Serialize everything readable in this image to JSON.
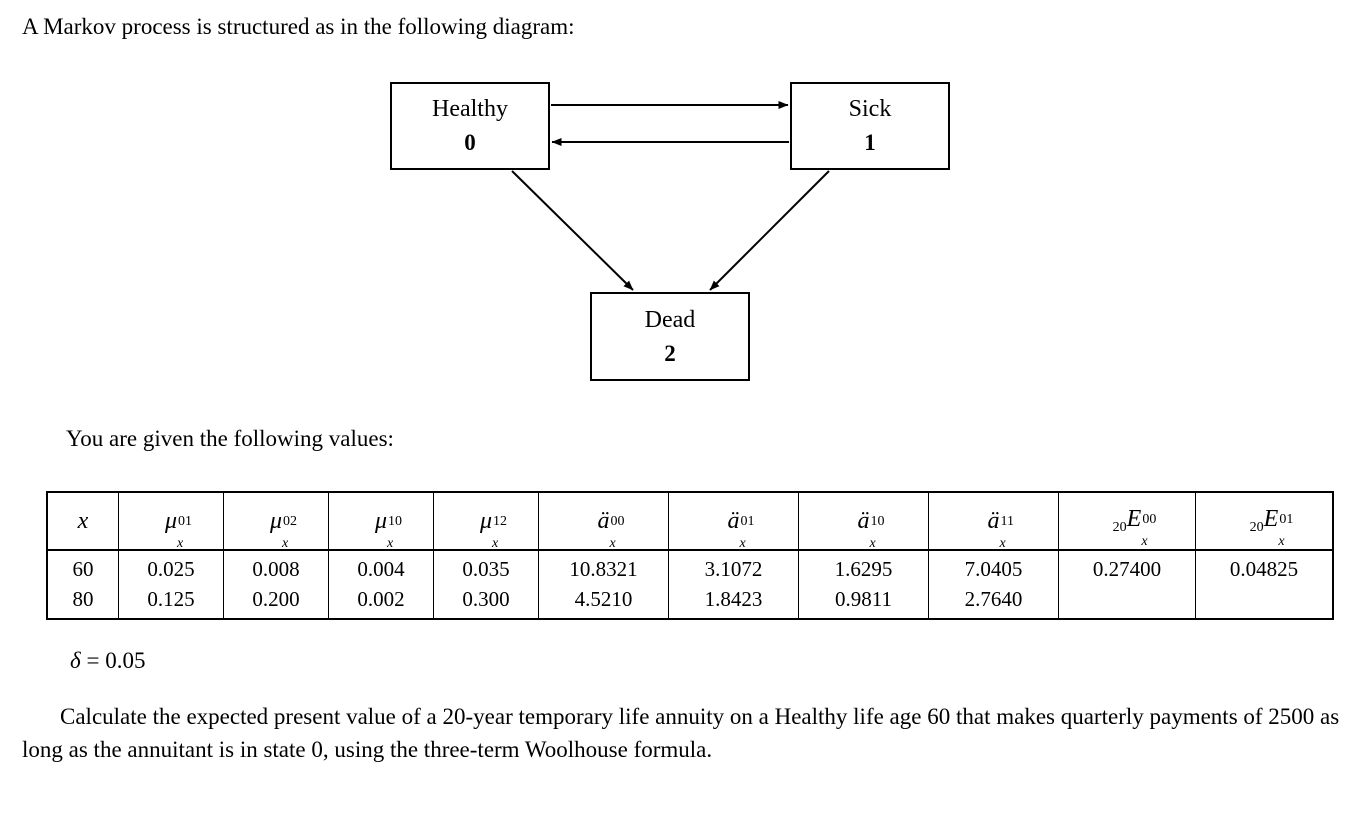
{
  "intro": {
    "text": "A Markov process is structured as in the following diagram:"
  },
  "diagram": {
    "nodes": [
      {
        "name": "healthy",
        "label": "Healthy",
        "id": "0"
      },
      {
        "name": "sick",
        "label": "Sick",
        "id": "1"
      },
      {
        "name": "dead",
        "label": "Dead",
        "id": "2"
      }
    ],
    "edges": [
      {
        "from": "0",
        "to": "1"
      },
      {
        "from": "1",
        "to": "0"
      },
      {
        "from": "0",
        "to": "2"
      },
      {
        "from": "1",
        "to": "2"
      }
    ],
    "stroke_color": "#000000"
  },
  "given_values_line": "You are given the following values:",
  "table": {
    "headers": [
      {
        "base": "x",
        "sup": "",
        "sub": "",
        "presub": ""
      },
      {
        "base": "μ",
        "sup": "01",
        "sub": "x",
        "presub": ""
      },
      {
        "base": "μ",
        "sup": "02",
        "sub": "x",
        "presub": ""
      },
      {
        "base": "μ",
        "sup": "10",
        "sub": "x",
        "presub": ""
      },
      {
        "base": "μ",
        "sup": "12",
        "sub": "x",
        "presub": ""
      },
      {
        "base": "ä",
        "sup": "00",
        "sub": "x",
        "presub": ""
      },
      {
        "base": "ä",
        "sup": "01",
        "sub": "x",
        "presub": ""
      },
      {
        "base": "ä",
        "sup": "10",
        "sub": "x",
        "presub": ""
      },
      {
        "base": "ä",
        "sup": "11",
        "sub": "x",
        "presub": ""
      },
      {
        "base": "E",
        "sup": "00",
        "sub": "x",
        "presub": "20"
      },
      {
        "base": "E",
        "sup": "01",
        "sub": "x",
        "presub": "20"
      }
    ],
    "rows": [
      [
        "60",
        "0.025",
        "0.008",
        "0.004",
        "0.035",
        "10.8321",
        "3.1072",
        "1.6295",
        "7.0405",
        "0.27400",
        "0.04825"
      ],
      [
        "80",
        "0.125",
        "0.200",
        "0.002",
        "0.300",
        "4.5210",
        "1.8423",
        "0.9811",
        "2.7640",
        "",
        ""
      ]
    ]
  },
  "delta": {
    "symbol": "δ",
    "equals": "=",
    "value": "0.05"
  },
  "closing": {
    "text": "Calculate the expected present value of a 20-year temporary life annuity on a Healthy life age 60 that makes quarterly payments of 2500 as long as the annuitant is in state 0, using the three-term Woolhouse formula."
  }
}
